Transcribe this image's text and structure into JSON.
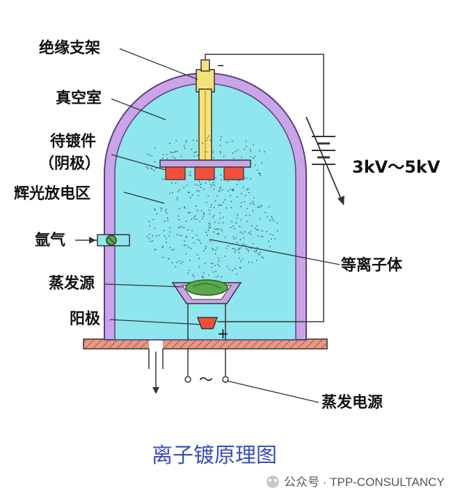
{
  "labels": {
    "insulating_support": "绝缘支架",
    "vacuum_chamber": "真空室",
    "workpiece": "待镀件",
    "cathode": "（阴极）",
    "glow_zone": "辉光放电区",
    "argon": "氩气",
    "evaporation_source": "蒸发源",
    "anode": "阳极",
    "plasma": "等离子体",
    "evaporation_power": "蒸发电源"
  },
  "voltage": "3kV～5kV",
  "polarity_minus": "–",
  "polarity_plus": "+",
  "ac_symbol": "～",
  "caption": "离子镀原理图",
  "watermark": "公众号 · TPP-CONSULTANCY",
  "colors": {
    "chamber_fill": "#8fe6ee",
    "chamber_wall": "#c9a4e6",
    "electrode": "#f0503c",
    "support": "#f6e27a",
    "base": "#d9826b",
    "caption": "#3a4fb5"
  }
}
